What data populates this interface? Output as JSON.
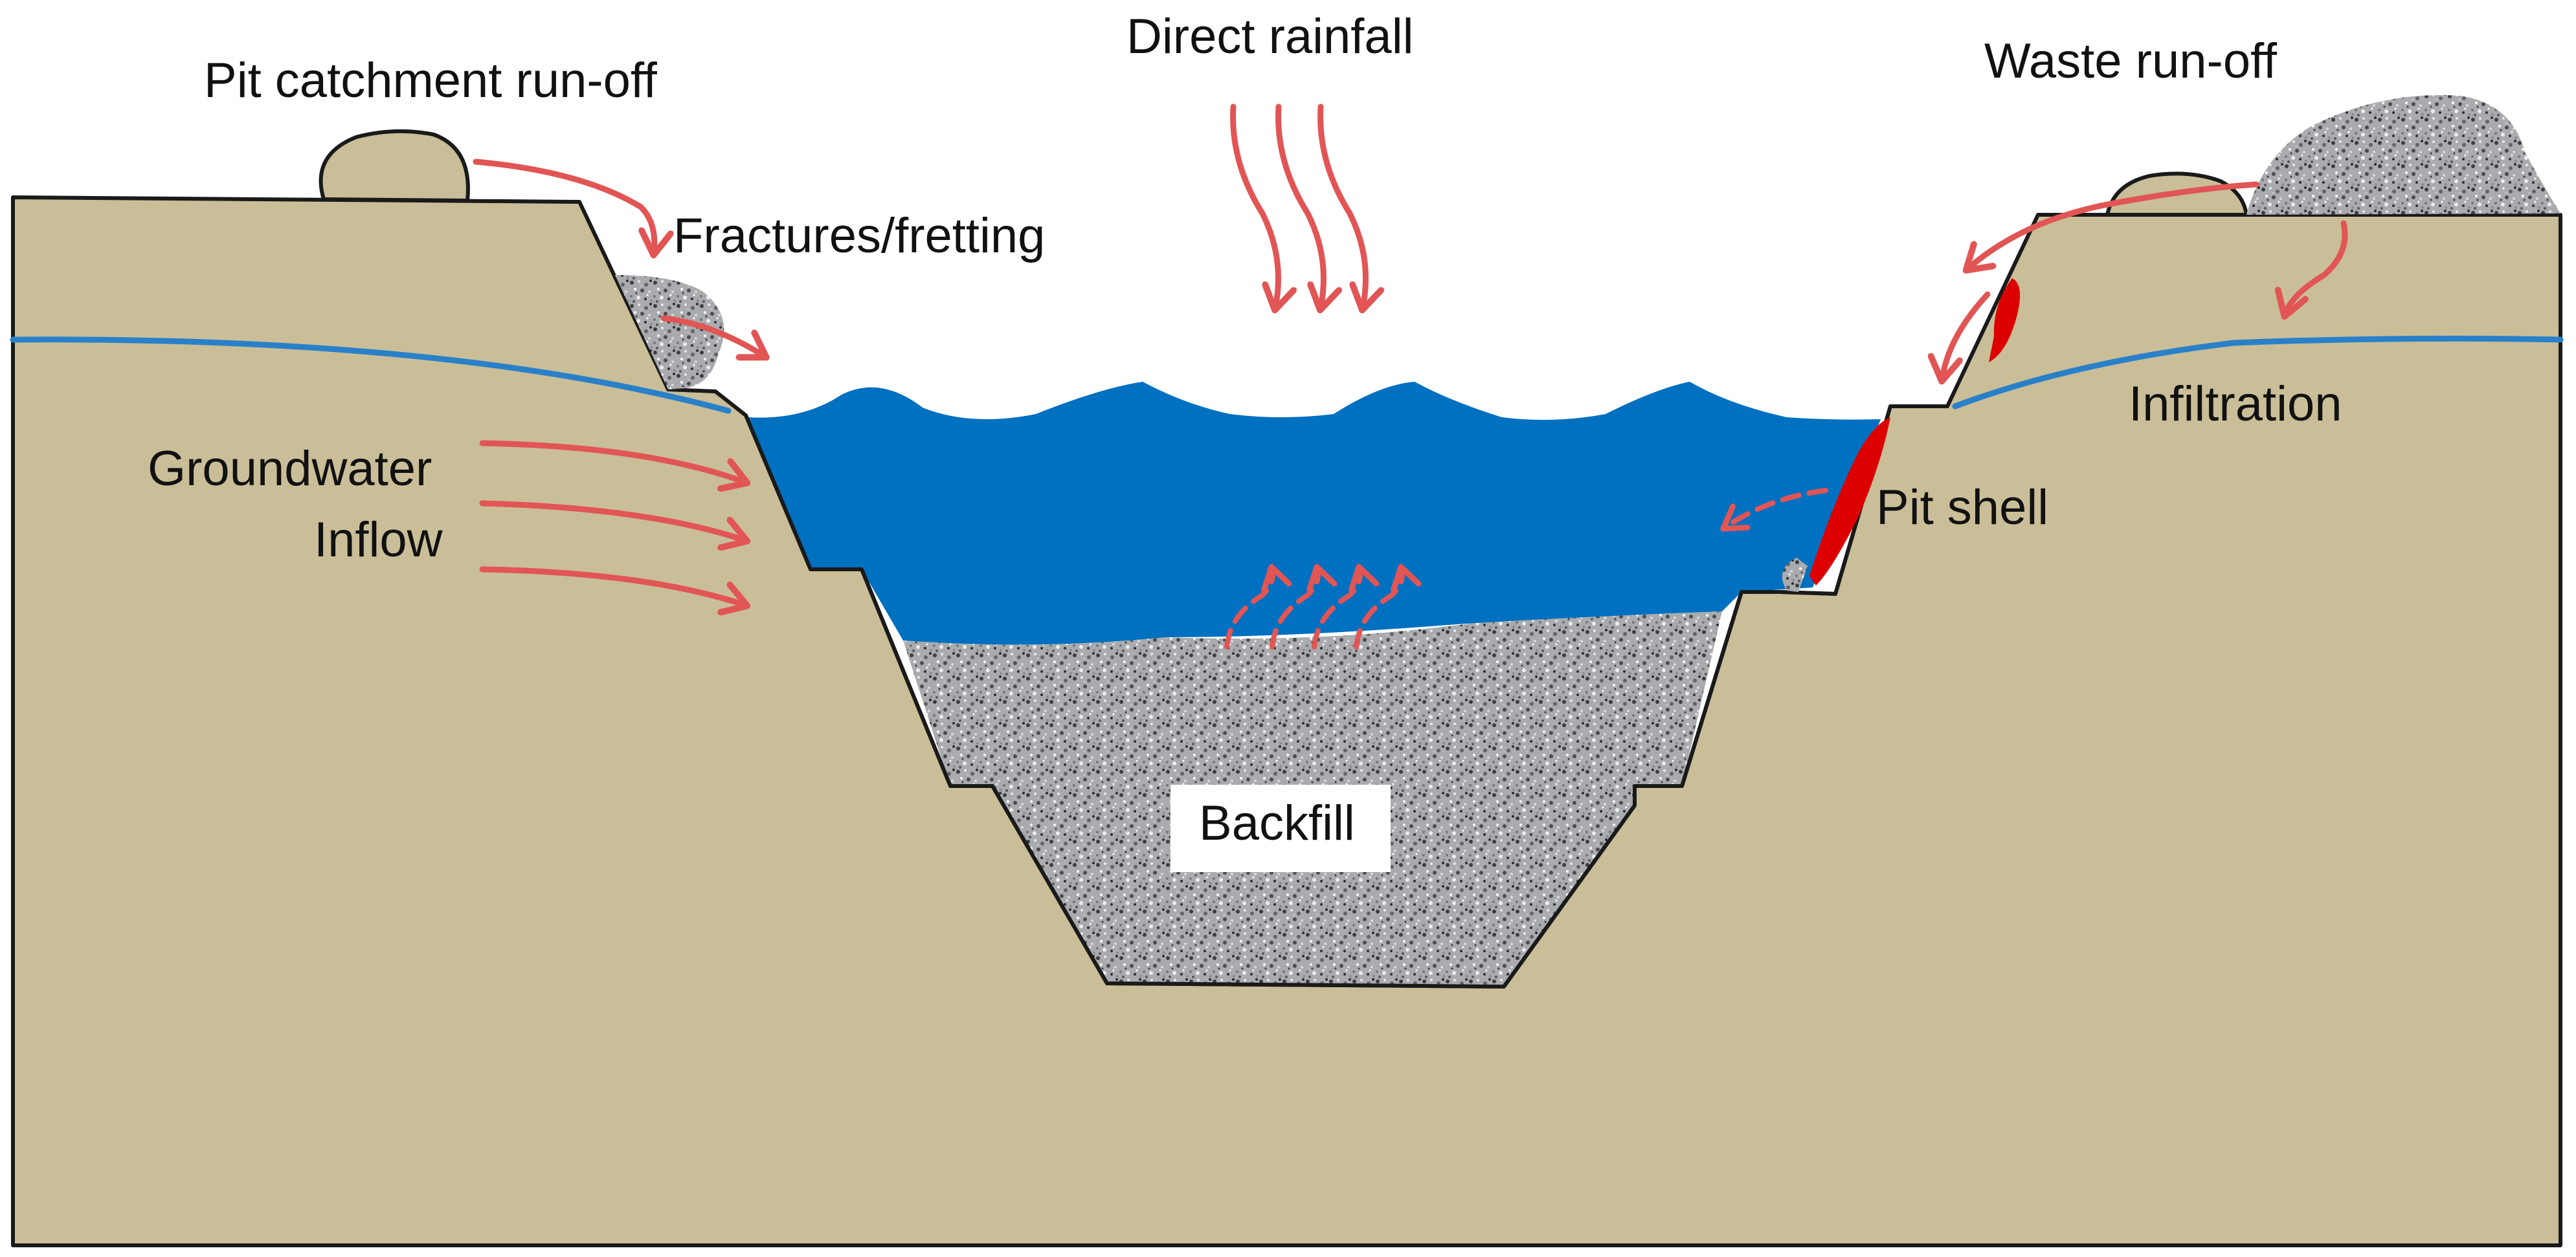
{
  "labels": {
    "pit_catchment_runoff": "Pit catchment run-off",
    "direct_rainfall": "Direct rainfall",
    "waste_runoff": "Waste run-off",
    "fractures_fretting": "Fractures/fretting",
    "infiltration": "Infiltration",
    "groundwater": "Groundwater",
    "inflow": "Inflow",
    "pit_shell": "Pit shell",
    "backfill": "Backfill"
  },
  "colors": {
    "ground": "#c9be98",
    "outline": "#1a1a1a",
    "pit_water": "#0070c0",
    "water_table": "#2a80c8",
    "arrow": "#e25555",
    "pit_shell_seep": "#dd0000",
    "rock": "#a8aaad",
    "sky": "#ffffff",
    "label_box": "#ffffff"
  },
  "icons": {
    "flow_arrow": "arrow-icon",
    "seepage_arrow": "dashed-arrow-icon",
    "rock_texture": "speckled-rock-texture"
  }
}
